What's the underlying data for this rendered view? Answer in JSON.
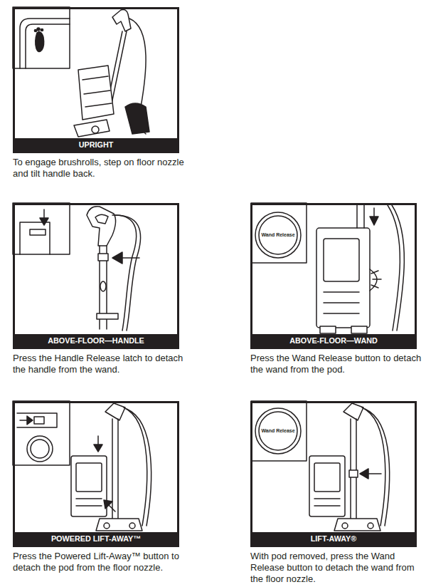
{
  "diagram": {
    "nodes": [
      {
        "text": [
          "To engage brushrolls, step on floor nozzle and tilt handle back."
        ]
      },
      {
        "text": [
          "UPRIGHT"
        ],
        "in": 0
      },
      {
        "text": [
          "Press the Handle Release latch to detach the handle from the wand."
        ]
      },
      {
        "text": [
          "ABOVE-FLOOR—HANDLE"
        ],
        "in": 2
      },
      {
        "text": [
          "Press the Wand Release button to detach the wand from the pod."
        ]
      },
      {
        "text": [
          "ABOVE-FLOOR—WAND"
        ],
        "in": 4
      },
      {
        "text": [
          "Press the Powered Lift-Away™ button to detach the pod from the floor nozzle."
        ]
      },
      {
        "text": [
          "POWERED LIFT-AWAY™"
        ],
        "in": 6
      },
      {
        "text": [
          "With pod removed, press the Wand Release button to detach the wand from the floor nozzle."
        ]
      },
      {
        "text": [
          "LIFT-AWAY®"
        ],
        "in": 8
      }
    ],
    "labels": [
      "Wand Release",
      "Wand Release"
    ]
  }
}
